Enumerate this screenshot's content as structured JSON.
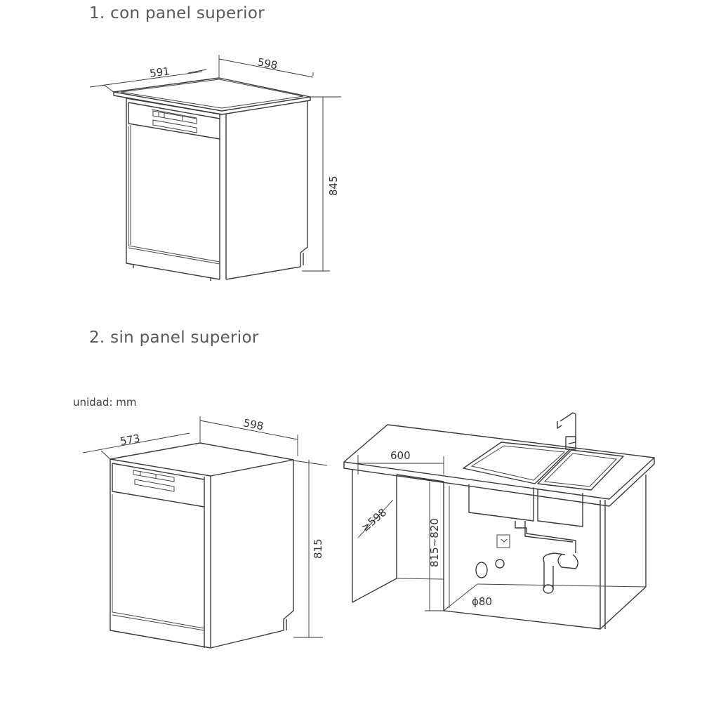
{
  "headings": {
    "with_top": "1. con panel superior",
    "without_top": "2. sin panel superior"
  },
  "unit_label": "unidad: mm",
  "diagram1": {
    "width": "598",
    "depth": "591",
    "height": "845"
  },
  "diagram2": {
    "width": "598",
    "depth": "573",
    "height": "815"
  },
  "installation": {
    "niche_width": "600",
    "niche_depth": "≥598",
    "niche_height": "815~820",
    "hole_diameter": "ϕ80"
  }
}
